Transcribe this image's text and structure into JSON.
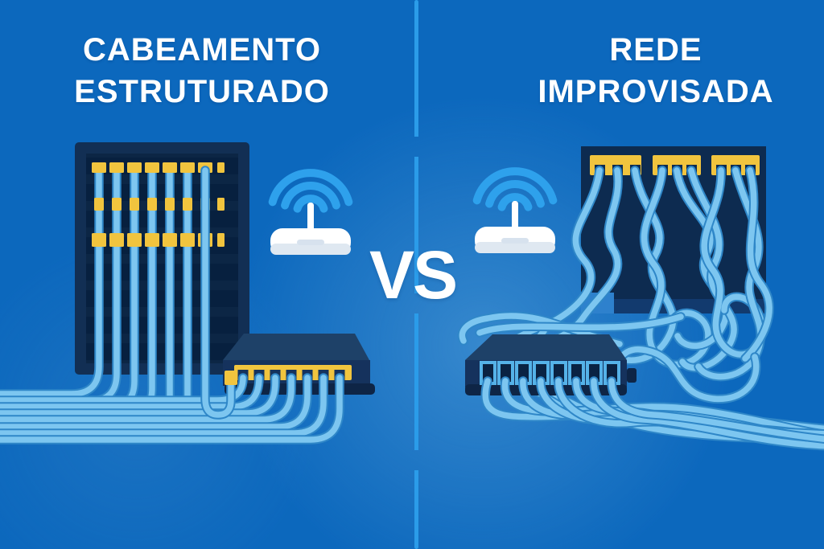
{
  "left_section": {
    "title_line1": "CABEAMENTO",
    "title_line2": "ESTRUTURADO",
    "description": "structured cabling: rack with tidy patch cables, wifi router, switch with neat cable fan"
  },
  "right_section": {
    "title_line1": "REDE",
    "title_line2": "IMPROVISADA",
    "description": "improvised network: wifi router, wall panel with tangled cables, switch with messy cabling"
  },
  "center": {
    "vs_label": "VS"
  },
  "colors": {
    "background": "#0c68bd",
    "background_light": "#2e81cd",
    "divider_blue": "#2b9ce9",
    "cable_blue": "#7dc6f0",
    "cable_edge_blue": "#2f87c8",
    "panel_navy": "#0d2b50",
    "rack_frame_navy": "#122f54",
    "rack_slat_navy": "#07203f",
    "switch_top_navy": "#1e4168",
    "switch_front_navy": "#15325d",
    "switch_shadow_navy": "#0e2546",
    "port_yellow": "#f1c43e",
    "wifi_blue": "#2ea1ec",
    "router_white": "#ffffff",
    "router_shade": "#dfe8f1",
    "text_white": "#ffffff"
  },
  "icons": {
    "left_wifi": "wifi-signal-icon",
    "left_router": "wireless-router-icon",
    "right_wifi": "wifi-signal-icon",
    "right_router": "wireless-router-icon"
  }
}
